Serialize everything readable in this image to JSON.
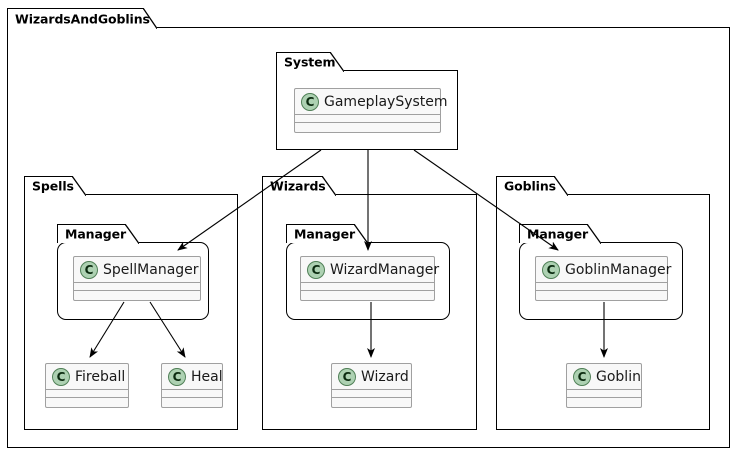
{
  "diagram": {
    "type": "uml-class-package-diagram",
    "background": "#ffffff",
    "line_color": "#000000",
    "class_fill": "#f8f8f8",
    "class_border": "#a0a0a0",
    "icon_fill": "#add1b2",
    "icon_border": "#4f7f56",
    "icon_letter": "C"
  },
  "packages": {
    "root": {
      "name": "WizardsAndGoblins"
    },
    "system": {
      "name": "System"
    },
    "spells": {
      "name": "Spells"
    },
    "wizards": {
      "name": "Wizards"
    },
    "goblins": {
      "name": "Goblins"
    },
    "spells_manager": {
      "name": "Manager"
    },
    "wizards_manager": {
      "name": "Manager"
    },
    "goblins_manager": {
      "name": "Manager"
    }
  },
  "classes": {
    "gameplay_system": {
      "name": "GameplaySystem",
      "stereotype": "C"
    },
    "spell_manager": {
      "name": "SpellManager",
      "stereotype": "C"
    },
    "wizard_manager": {
      "name": "WizardManager",
      "stereotype": "C"
    },
    "goblin_manager": {
      "name": "GoblinManager",
      "stereotype": "C"
    },
    "fireball": {
      "name": "Fireball",
      "stereotype": "C"
    },
    "heal": {
      "name": "Heal",
      "stereotype": "C"
    },
    "wizard": {
      "name": "Wizard",
      "stereotype": "C"
    },
    "goblin": {
      "name": "Goblin",
      "stereotype": "C"
    }
  },
  "relationships": [
    {
      "from": "GameplaySystem",
      "to": "SpellManager",
      "style": "arrow"
    },
    {
      "from": "GameplaySystem",
      "to": "WizardManager",
      "style": "arrow"
    },
    {
      "from": "GameplaySystem",
      "to": "GoblinManager",
      "style": "arrow"
    },
    {
      "from": "SpellManager",
      "to": "Fireball",
      "style": "arrow"
    },
    {
      "from": "SpellManager",
      "to": "Heal",
      "style": "arrow"
    },
    {
      "from": "WizardManager",
      "to": "Wizard",
      "style": "arrow"
    },
    {
      "from": "GoblinManager",
      "to": "Goblin",
      "style": "arrow"
    }
  ]
}
